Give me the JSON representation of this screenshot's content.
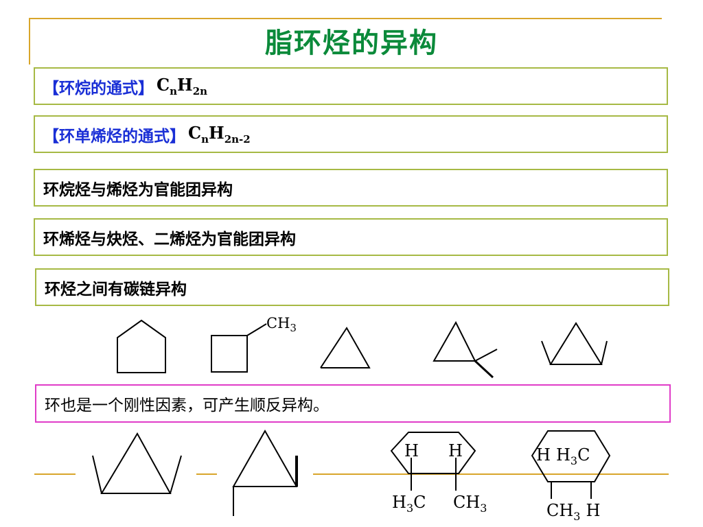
{
  "title": "脂环烃的异构",
  "rows": [
    {
      "label": "【环烷的通式】",
      "formula": {
        "c": "C",
        "c_sub": "n",
        "h": "H",
        "h_sub": "2n"
      }
    },
    {
      "label": "【环单烯烃的通式】",
      "formula": {
        "c": "C",
        "c_sub": "n",
        "h": "H",
        "h_sub": "2n-2"
      }
    },
    {
      "text": "环烷烃与烯烃为官能团异构"
    },
    {
      "text": "环烯烃与炔烃、二烯烃为官能团异构"
    },
    {
      "text": "环烃之间有碳链异构"
    },
    {
      "text": "环也是一个刚性因素，可产生顺反异构。"
    }
  ],
  "structure_labels": {
    "ch3_methyl": {
      "base": "CH",
      "sub": "3"
    },
    "chair1_h_left": "H",
    "chair1_h_right": "H",
    "chair1_h3c": {
      "base": "H",
      "sub": "3",
      "tail": "C"
    },
    "chair1_ch3": {
      "base": "CH",
      "sub": "3"
    },
    "chair2_top": {
      "h": "H",
      "base": "H",
      "sub": "3",
      "tail": "C"
    },
    "chair2_bottom": {
      "base": "CH",
      "sub": "3",
      "h": "H"
    }
  },
  "colors": {
    "title": "#0b8a3a",
    "label_blue": "#1a2fd6",
    "box_border": "#a6b944",
    "box_pink": "#e03cc8",
    "gold": "#d8a52a"
  }
}
